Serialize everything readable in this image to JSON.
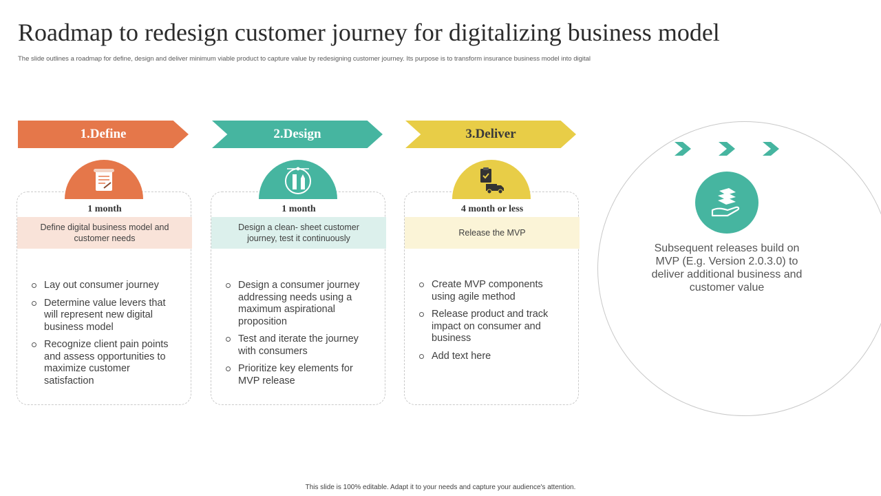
{
  "title": "Roadmap to redesign customer journey for digitalizing business model",
  "subtitle": "The slide outlines a roadmap  for define, design and deliver minimum  viable product to capture value by redesigning customer journey. Its  purpose is to transform insurance business model into digital",
  "footer": "This slide is 100% editable. Adapt it to your needs and capture your audience's attention.",
  "colors": {
    "define": "#e5774a",
    "design": "#46b5a0",
    "deliver": "#e8cd47",
    "define_band": "#f9e3d9",
    "design_band": "#dcf0ec",
    "deliver_band": "#fbf4d7"
  },
  "stages": [
    {
      "label": "1.Define",
      "icon": "document-icon",
      "duration": "1 month",
      "summary": "Define  digital business model and customer needs",
      "items": [
        "Lay out consumer journey",
        "Determine value levers that will represent new digital business model",
        "Recognize client pain points and assess opportunities to maximize customer satisfaction"
      ]
    },
    {
      "label": "2.Design",
      "icon": "design-tools-icon",
      "duration": "1 month",
      "summary": "Design  a clean- sheet customer journey,  test it continuously",
      "items": [
        "Design a consumer journey addressing needs using a maximum aspirational proposition",
        "Test and iterate the journey with consumers",
        "Prioritize key elements for MVP  release"
      ]
    },
    {
      "label": "3.Deliver",
      "icon": "delivery-truck-icon",
      "duration": "4 month or less",
      "summary": "Release the MVP",
      "items": [
        "Create MVP components using agile method",
        "Release product and track impact on consumer and business",
        "Add text here"
      ]
    }
  ],
  "releases": {
    "icon": "hand-stack-icon",
    "text": "Subsequent releases build on MVP (E.g. Version 2.0.3.0) to deliver additional business and customer value"
  }
}
